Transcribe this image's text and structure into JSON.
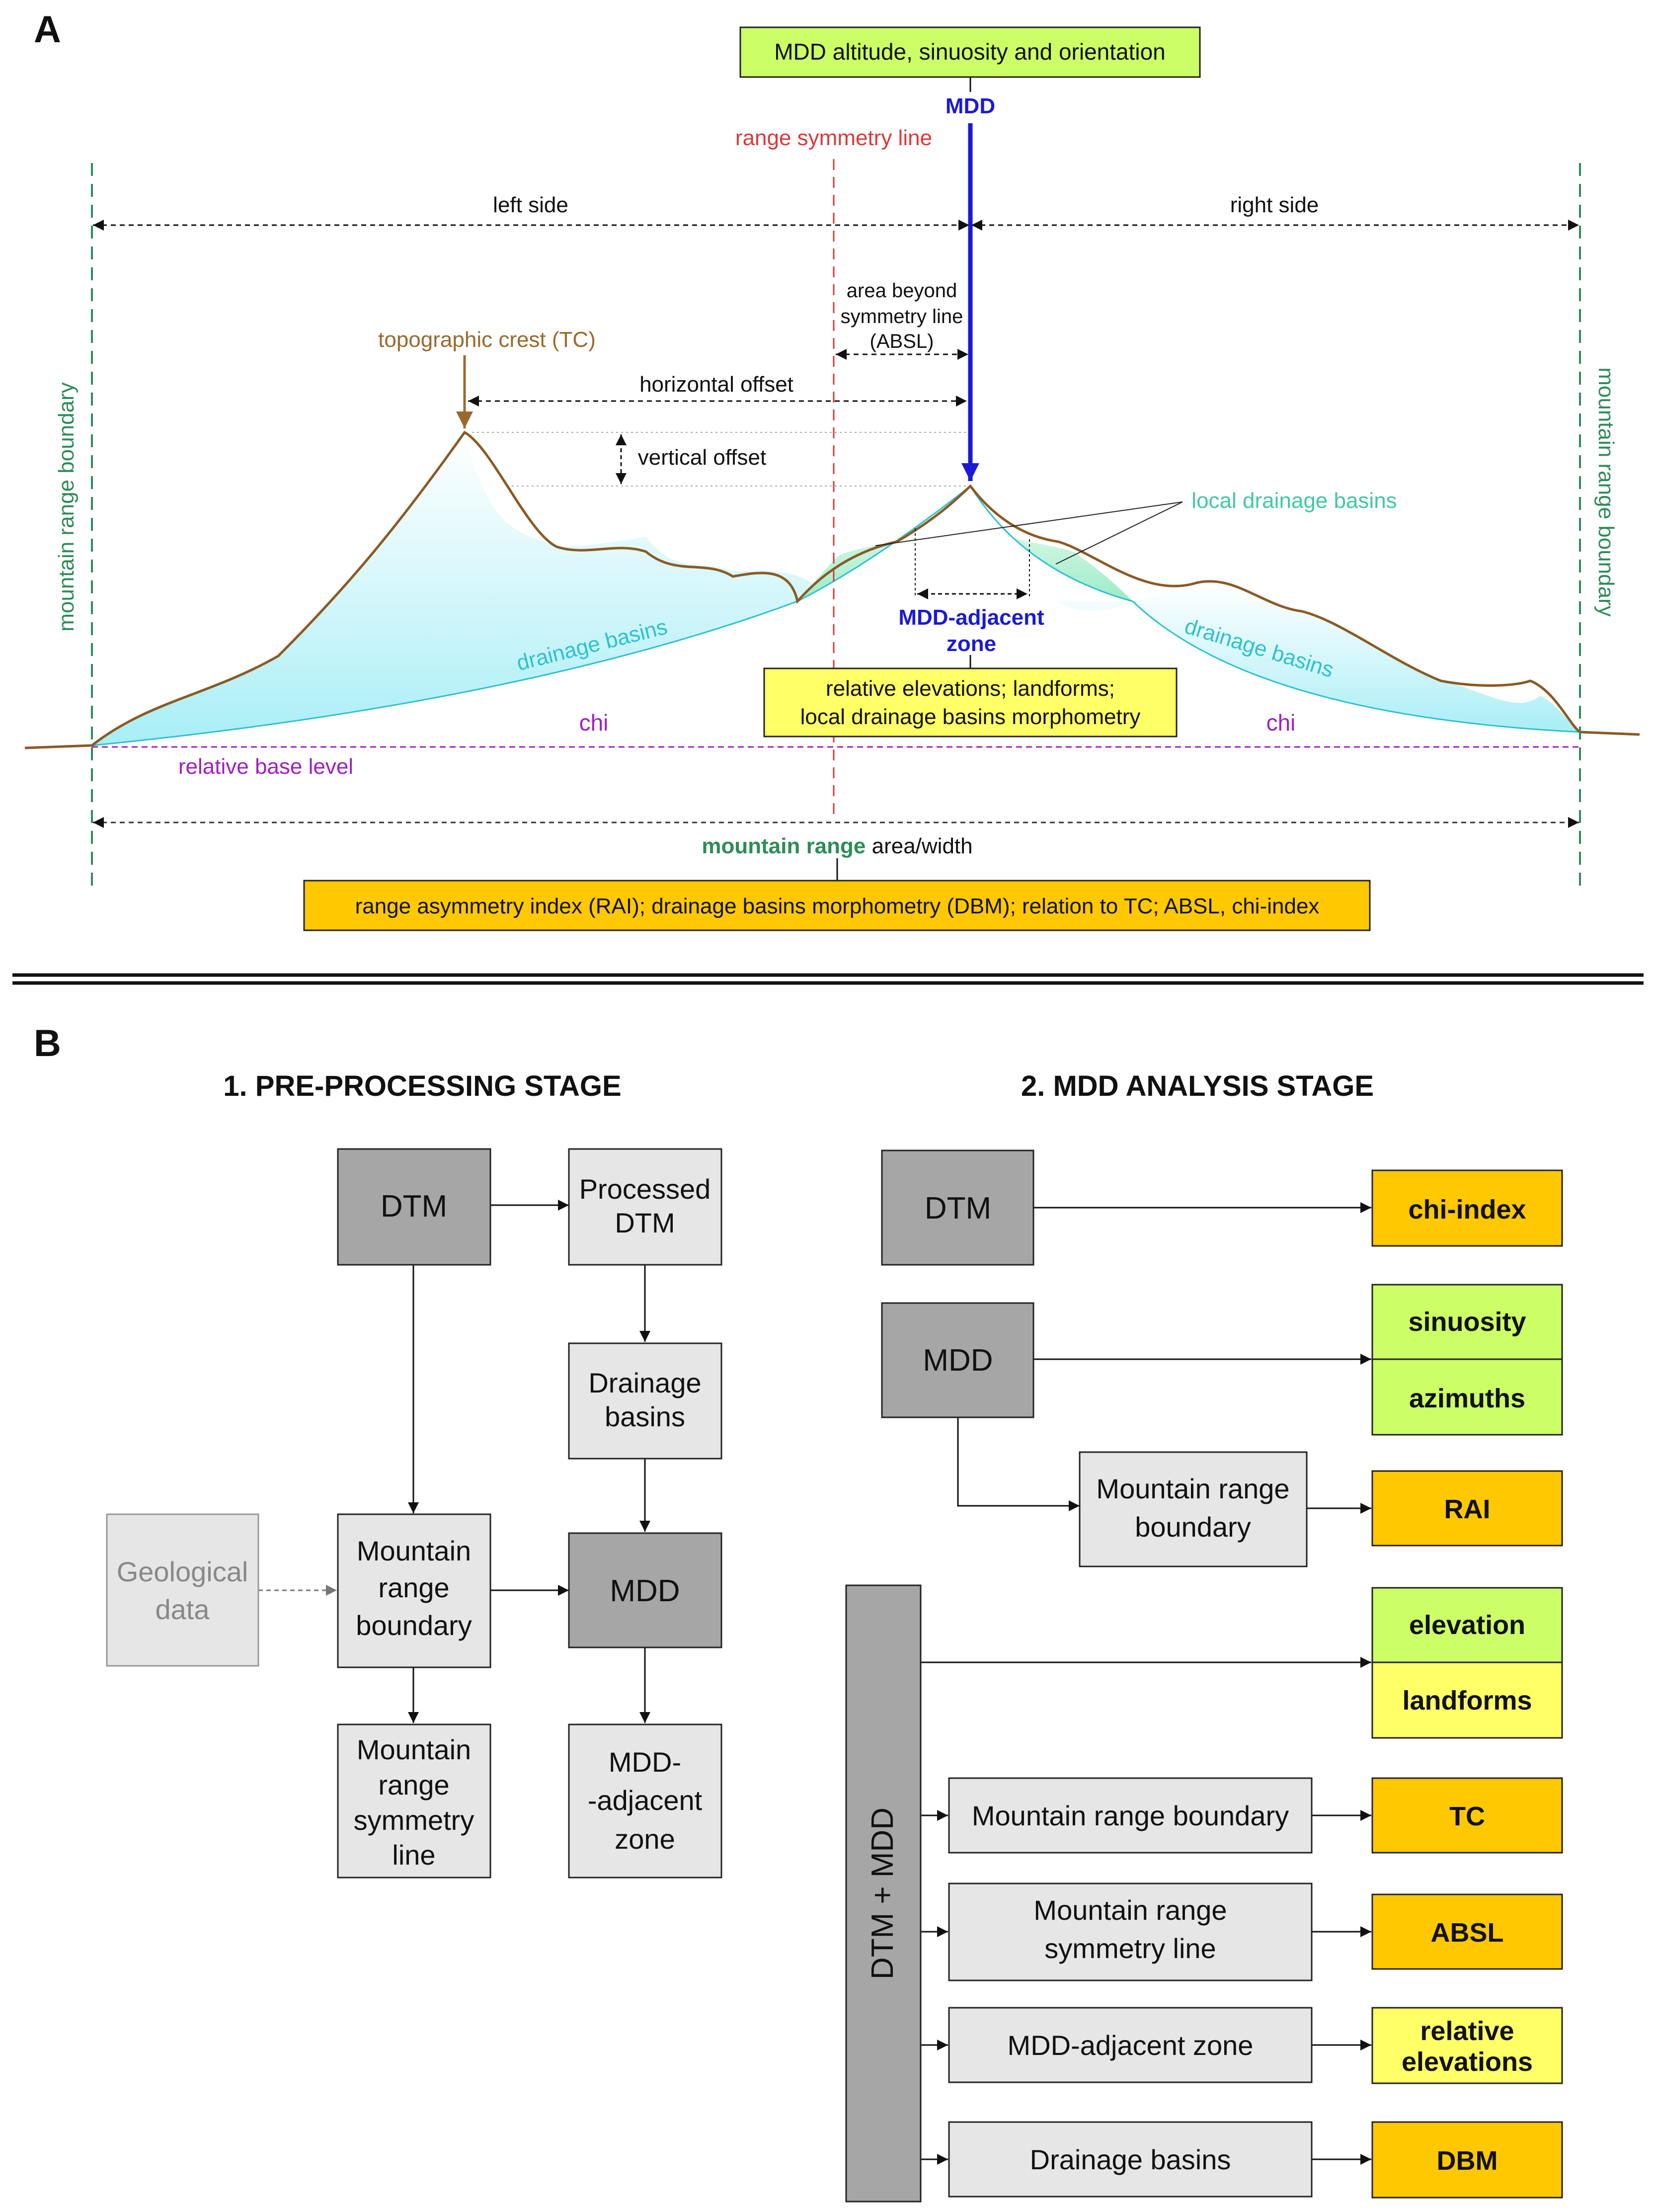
{
  "panel_a": {
    "panel_label": "A",
    "top_box": "MDD altitude, sinuosity and orientation",
    "mdd_label": "MDD",
    "range_symmetry_line": "range symmetry line",
    "left_side": "left side",
    "right_side": "right side",
    "absl_line1": "area beyond",
    "absl_line2": "symmetry line",
    "absl_line3": "(ABSL)",
    "topographic_crest": "topographic crest (TC)",
    "horizontal_offset": "horizontal offset",
    "vertical_offset": "vertical offset",
    "local_drainage_basins": "local drainage basins",
    "boundary_left": "mountain range boundary",
    "boundary_right": "mountain range boundary",
    "mdd_adjacent_line1": "MDD-adjacent",
    "mdd_adjacent_line2": "zone",
    "drainage_basins_left": "drainage basins",
    "drainage_basins_right": "drainage basins",
    "yellow_box_line1": "relative elevations; landforms;",
    "yellow_box_line2": "local drainage basins morphometry",
    "chi_left": "chi",
    "chi_right": "chi",
    "relative_base_level": "relative base level",
    "width_label_green": "mountain range",
    "width_label_rest": " area/width",
    "bottom_box": "range asymmetry index (RAI); drainage basins morphometry (DBM); relation to TC; ABSL, chi-index"
  },
  "panel_b": {
    "panel_label": "B",
    "stage1_title": "1. PRE-PROCESSING STAGE",
    "stage2_title": "2. MDD ANALYSIS STAGE",
    "s1": {
      "dtm": "DTM",
      "processed_line1": "Processed",
      "processed_line2": "DTM",
      "drainage_line1": "Drainage",
      "drainage_line2": "basins",
      "geo_line1": "Geological",
      "geo_line2": "data",
      "mrb_line1": "Mountain",
      "mrb_line2": "range",
      "mrb_line3": "boundary",
      "mdd": "MDD",
      "sym_line1": "Mountain",
      "sym_line2": "range",
      "sym_line3": "symmetry",
      "sym_line4": "line",
      "adj_line1": "MDD-",
      "adj_line2": "-adjacent",
      "adj_line3": "zone"
    },
    "s2": {
      "dtm": "DTM",
      "mdd": "MDD",
      "mrb_line1": "Mountain range",
      "mrb_line2": "boundary",
      "dtm_mdd": "DTM + MDD",
      "mrb_single": "Mountain range boundary",
      "sym_line1": "Mountain range",
      "sym_line2": "symmetry line",
      "adj": "MDD-adjacent zone",
      "drainage": "Drainage basins",
      "out_chi": "chi-index",
      "out_sinuosity": "sinuosity",
      "out_azimuths": "azimuths",
      "out_rai": "RAI",
      "out_elevation": "elevation",
      "out_landforms": "landforms",
      "out_tc": "TC",
      "out_absl": "ABSL",
      "out_rel_line1": "relative",
      "out_rel_line2": "elevations",
      "out_dbm": "DBM"
    }
  },
  "colors": {
    "box_green": "#ccff66",
    "box_yellow": "#ffff66",
    "box_orange": "#ffc800",
    "box_dark": "#a6a6a6",
    "box_light": "#e6e6e6",
    "mdd_blue": "#1a1ad6",
    "symmetry_red": "#d93a3a",
    "crest_brown": "#9a6a2c",
    "boundary_green": "#2e8b57",
    "drainage_cyan": "#30c0d0",
    "base_purple": "#a020c0"
  }
}
